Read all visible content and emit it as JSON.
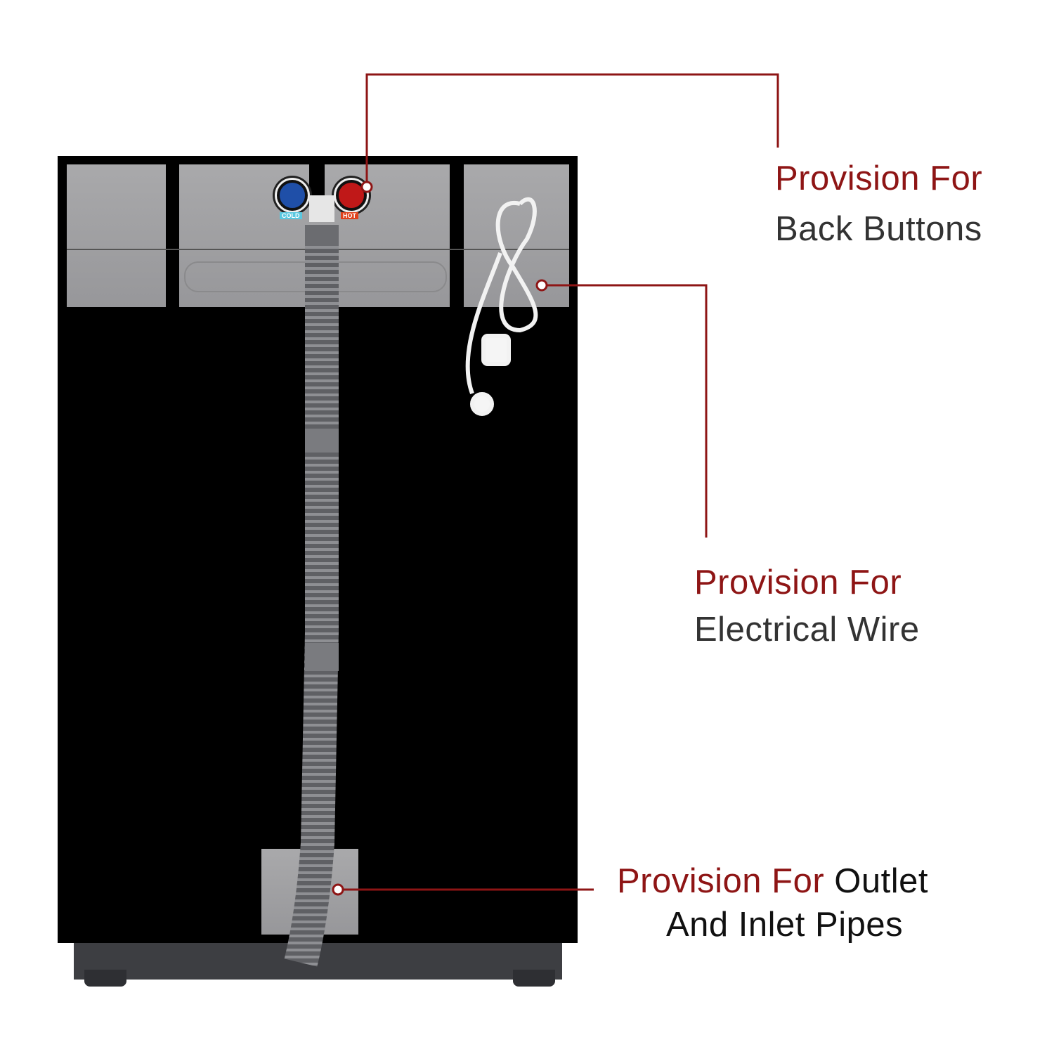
{
  "callouts": [
    {
      "heading": "Provision For",
      "text": "Back Buttons"
    },
    {
      "heading": "Provision For",
      "text": "Electrical Wire"
    },
    {
      "heading": "Provision For",
      "text_inline": "Outlet",
      "text": "And Inlet Pipes"
    }
  ],
  "product": {
    "cold_label": "COLD",
    "hot_label": "HOT"
  },
  "colors": {
    "accent": "#8e1515",
    "text": "#333333",
    "cabinet": "#000000"
  }
}
